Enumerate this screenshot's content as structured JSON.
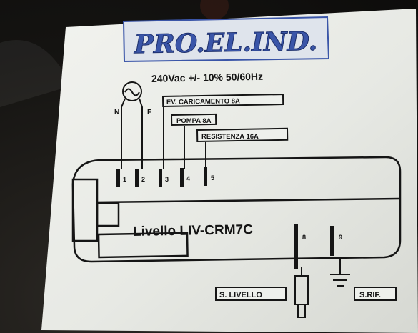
{
  "brand": {
    "logo_text": "PRO.EL.IND."
  },
  "supply": {
    "rating": "240Vac +/- 10% 50/60Hz"
  },
  "terminals": {
    "n_label": "N",
    "f_label": "F",
    "t1": "1",
    "t2": "2",
    "t3": "3",
    "t4": "4",
    "t5": "5",
    "t8": "8",
    "t9": "9"
  },
  "outputs": {
    "ev_caricamento": "EV. CARICAMENTO 8A",
    "pompa": "POMPA 8A",
    "resistenza": "RESISTENZA 16A"
  },
  "device": {
    "model": "Livello LIV-CRM7C"
  },
  "probes": {
    "s_livello": "S. LIVELLO",
    "s_rif": "S.RIF."
  },
  "colors": {
    "label_bg": "#e9ebe6",
    "ink": "#151515",
    "logo_blue": "#3a55a8",
    "background": "#141311"
  }
}
